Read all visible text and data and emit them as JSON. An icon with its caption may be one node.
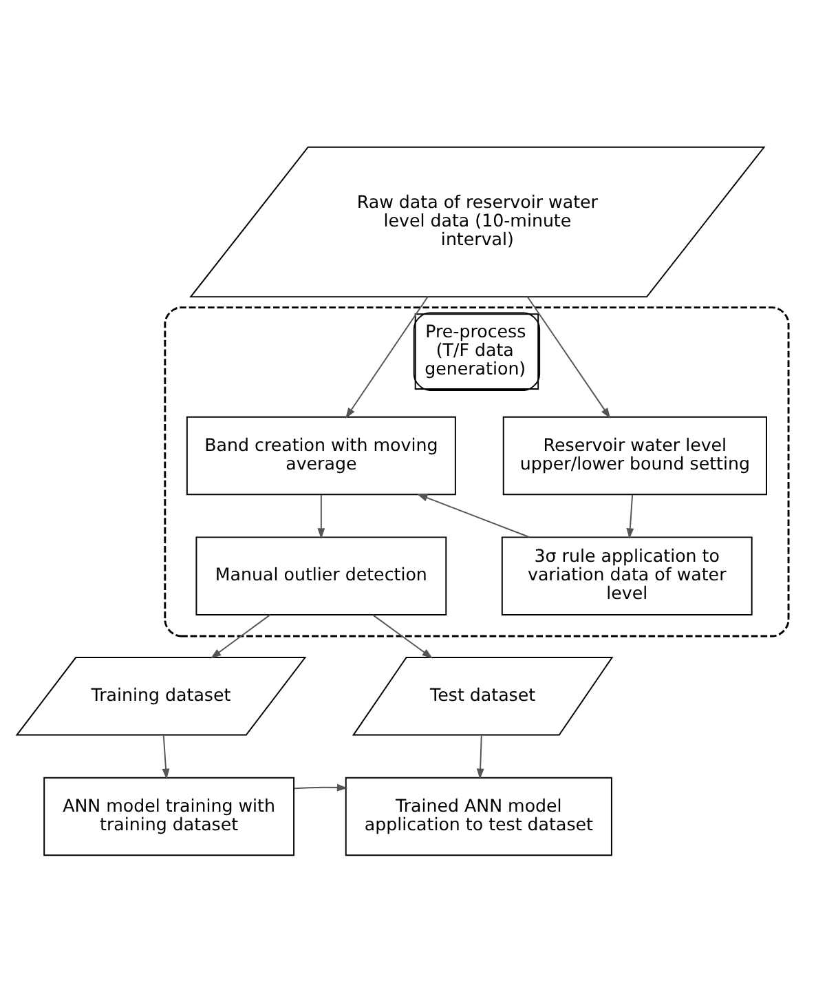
{
  "diagram": {
    "nodes": [
      {
        "text": [
          "Raw data of reservoir water level data (10-minute interval)"
        ]
      },
      {
        "text": [
          "Pre-process (T/F data generation)"
        ]
      },
      {
        "text": [
          "Reservoir water level upper/lower bound setting"
        ],
        "in": 1
      },
      {
        "text": [
          "Band creation with moving average"
        ],
        "in": 1
      },
      {
        "text": [
          "3σ rule application to variation data of water level"
        ],
        "in": 1
      },
      {
        "text": [
          "Manual outlier detection"
        ],
        "in": 1
      },
      {
        "text": [
          "Training dataset"
        ]
      },
      {
        "text": [
          "Test dataset"
        ]
      },
      {
        "text": [
          "ANN model training with training dataset"
        ]
      },
      {
        "text": [
          "Trained ANN model application to test dataset"
        ]
      }
    ],
    "edges": [
      {
        "from": 0,
        "to": 2,
        "arrow": "to"
      },
      {
        "from": 0,
        "to": 3,
        "arrow": "to"
      },
      {
        "from": 2,
        "to": 4,
        "arrow": "to"
      },
      {
        "from": 4,
        "to": 3,
        "arrow": "to"
      },
      {
        "from": 3,
        "to": 5,
        "arrow": "to"
      },
      {
        "from": 5,
        "to": 6,
        "arrow": "to"
      },
      {
        "from": 5,
        "to": 7,
        "arrow": "to"
      },
      {
        "from": 6,
        "to": 8,
        "arrow": "to"
      },
      {
        "from": 7,
        "to": 9,
        "arrow": "to"
      },
      {
        "from": 8,
        "to": 9,
        "arrow": "to"
      }
    ]
  }
}
